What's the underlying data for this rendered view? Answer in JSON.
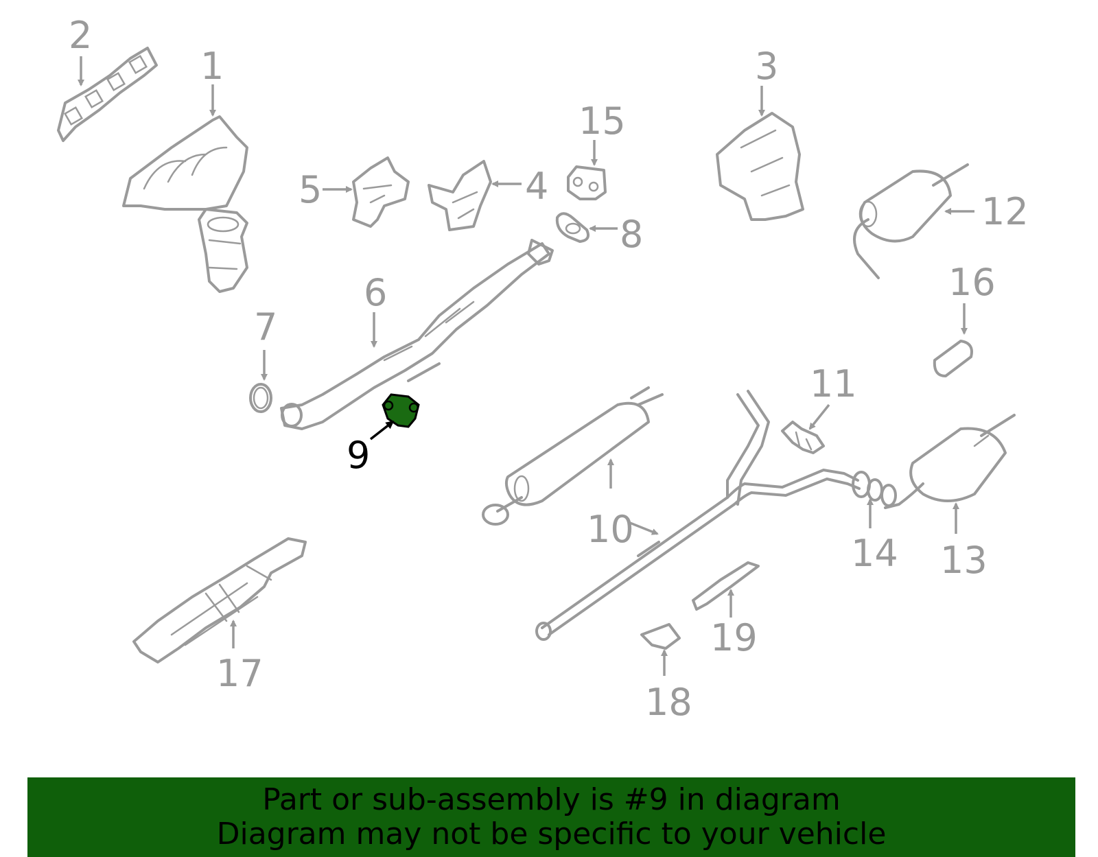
{
  "diagram": {
    "highlighted_part": "9",
    "highlight_color": "#1a6b12",
    "part_color": "#9a9a9a",
    "callouts": [
      "1",
      "2",
      "3",
      "4",
      "5",
      "6",
      "7",
      "8",
      "9",
      "10",
      "11",
      "12",
      "13",
      "14",
      "15",
      "16",
      "17",
      "18",
      "19"
    ]
  },
  "banner": {
    "line1": "Part or sub-assembly is #9 in diagram",
    "line2": "Diagram may not be specific to your vehicle",
    "background": "#0f5f0a"
  }
}
